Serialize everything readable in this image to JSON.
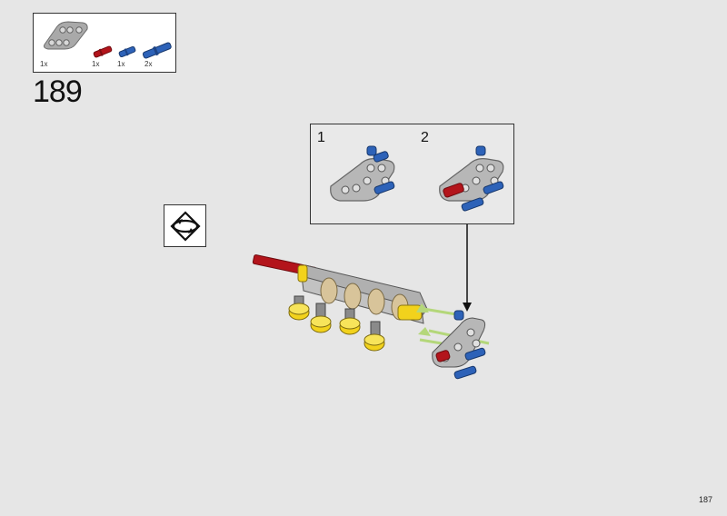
{
  "step": {
    "number": "189"
  },
  "parts_list": [
    {
      "part": "grey-triangle-liftarm",
      "qty": "1x"
    },
    {
      "part": "red-axle-pin",
      "qty": "1x"
    },
    {
      "part": "blue-axle-pin",
      "qty": "1x"
    },
    {
      "part": "blue-friction-pin",
      "qty": "2x"
    }
  ],
  "sub_steps": [
    {
      "label": "1"
    },
    {
      "label": "2"
    }
  ],
  "rotate_icon": "rotate-model-icon",
  "page": {
    "number": "187"
  },
  "colors": {
    "grey": "#a9a9a9",
    "blue": "#2d62b8",
    "red": "#b3141b",
    "yellow": "#f2d21c",
    "tan": "#d8c49a",
    "green_arrow": "#b4d77a"
  }
}
